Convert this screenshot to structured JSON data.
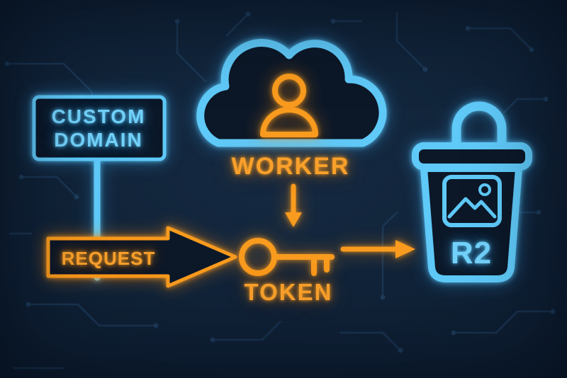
{
  "labels": {
    "sign": {
      "line1": "CUSTOM",
      "line2": "DOMAIN"
    },
    "worker": "WORKER",
    "request": "REQUEST",
    "token": "TOKEN",
    "bucket": "R2"
  },
  "colors": {
    "background": "#0c1828",
    "blue_neon": "#5fc9f8",
    "orange_neon": "#f99b1e",
    "circuit_trace": "#24496e"
  },
  "icons": {
    "cloud": "cloud-icon",
    "person": "person-icon",
    "key": "key-icon",
    "padlock": "padlock-icon",
    "bucket": "bucket-icon",
    "image": "image-icon",
    "arrow_down": "arrow-down-icon",
    "arrow_right": "arrow-right-icon",
    "signpost": "signpost-icon"
  }
}
